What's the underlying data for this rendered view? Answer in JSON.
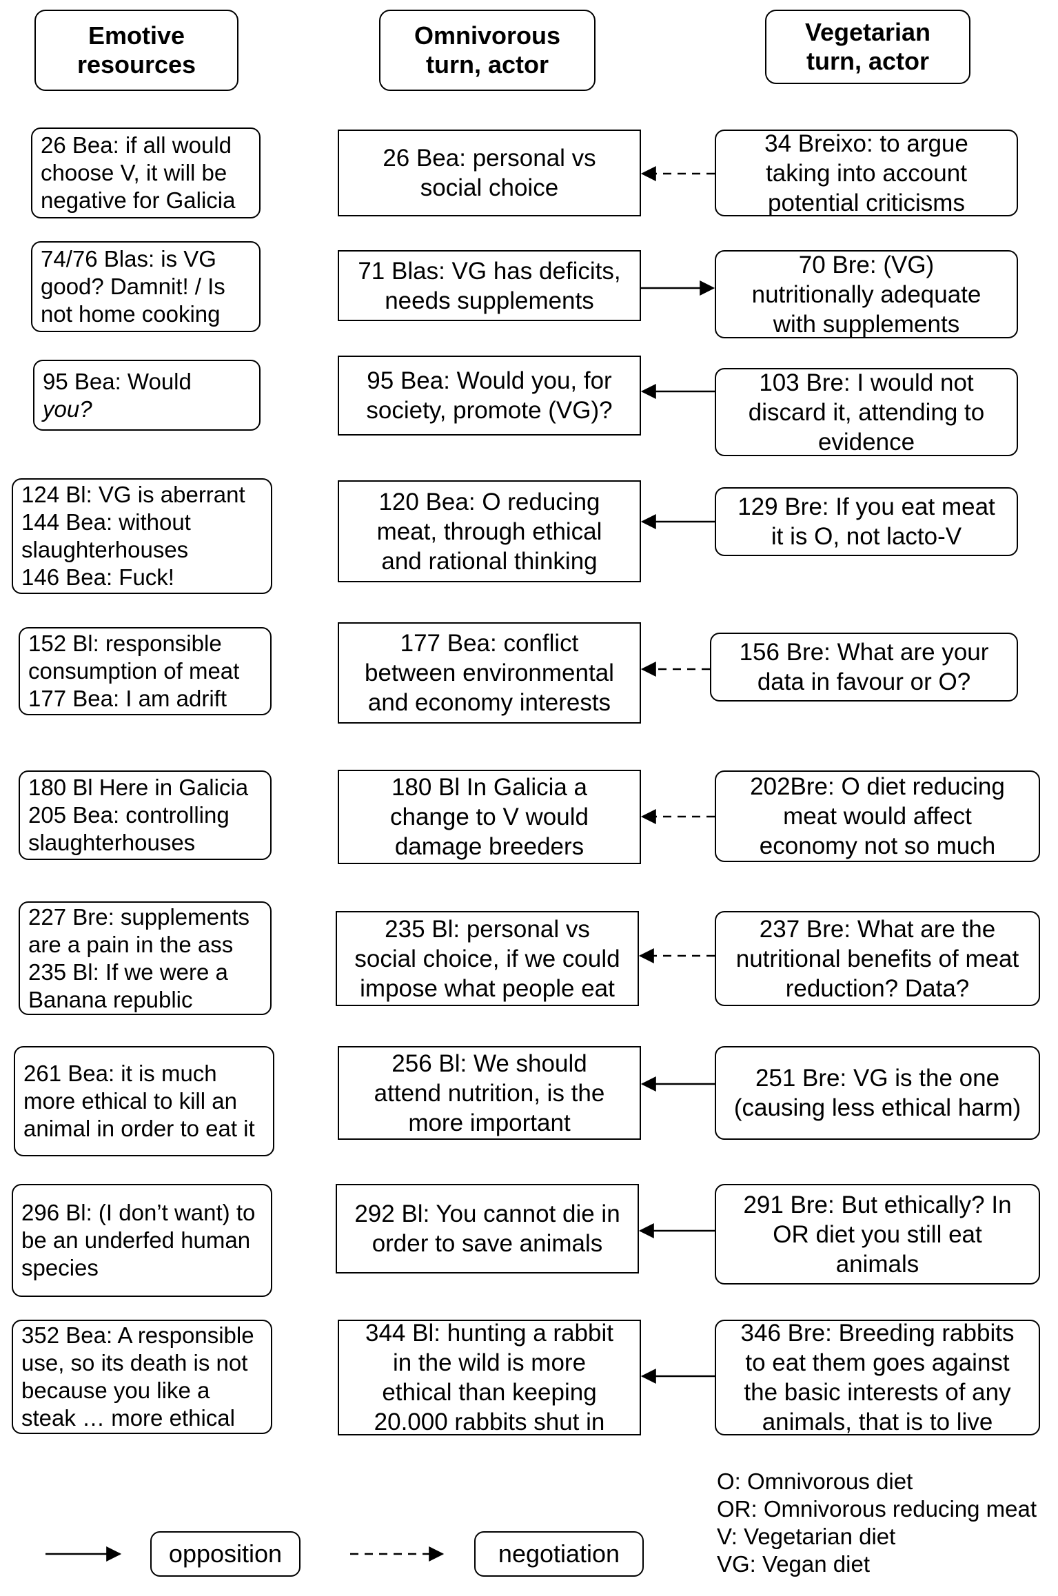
{
  "headers": [
    {
      "lines": [
        "Emotive",
        "resources"
      ]
    },
    {
      "lines": [
        "Omnivorous",
        "turn, actor"
      ]
    },
    {
      "lines": [
        "Vegetarian",
        "turn, actor"
      ]
    }
  ],
  "rows": [
    {
      "emotive": [
        "26 Bea: if all would",
        "choose V, it will be",
        "negative for Galicia"
      ],
      "omnivorous": [
        "26 Bea: personal vs",
        "social choice"
      ],
      "vegetarian": [
        "34 Breixo: to argue",
        "taking into account",
        "potential criticisms"
      ],
      "relation": "negotiation",
      "direction": "to-omnivorous"
    },
    {
      "emotive": [
        "74/76 Blas: is VG",
        "good? Damnit! / Is",
        "not home cooking"
      ],
      "omnivorous": [
        "71 Blas: VG has deficits,",
        "needs supplements"
      ],
      "vegetarian": [
        "70 Bre:  (VG)",
        "nutritionally adequate",
        "with supplements"
      ],
      "relation": "opposition",
      "direction": "to-vegetarian"
    },
    {
      "emotive": [
        "95 Bea: Would",
        "you?"
      ],
      "omnivorous": [
        "95 Bea: Would you, for",
        "society, promote (VG)?"
      ],
      "vegetarian": [
        "103 Bre: I would not",
        "discard it, attending to",
        "evidence"
      ],
      "relation": "opposition",
      "direction": "to-omnivorous"
    },
    {
      "emotive": [
        "124 Bl: VG is aberrant",
        "144 Bea: without",
        "slaughterhouses",
        "146 Bea: Fuck!"
      ],
      "omnivorous": [
        "120 Bea: O reducing",
        "meat, through ethical",
        "and rational thinking"
      ],
      "vegetarian": [
        "129 Bre: If you eat meat",
        "it is O, not lacto-V"
      ],
      "relation": "opposition",
      "direction": "to-omnivorous"
    },
    {
      "emotive": [
        "152 Bl: responsible",
        "consumption of meat",
        "177 Bea: I am adrift"
      ],
      "omnivorous": [
        "177 Bea: conflict",
        "between environmental",
        "and economy interests"
      ],
      "vegetarian": [
        "156 Bre: What are your",
        "data in favour or O?"
      ],
      "relation": "negotiation",
      "direction": "to-omnivorous"
    },
    {
      "emotive": [
        "180 Bl Here in Galicia",
        " 205 Bea: controlling",
        "slaughterhouses"
      ],
      "omnivorous": [
        "180 Bl In Galicia a",
        "change to V would",
        "damage breeders"
      ],
      "vegetarian": [
        "202Bre:  O diet reducing",
        "meat would affect",
        "economy not so much"
      ],
      "relation": "negotiation",
      "direction": "to-omnivorous"
    },
    {
      "emotive": [
        "227 Bre: supplements",
        "are a pain in the ass",
        "235 Bl: If we were a",
        "Banana republic"
      ],
      "omnivorous": [
        "235 Bl:  personal vs",
        "social choice, if we could",
        "impose what people eat"
      ],
      "vegetarian": [
        "237 Bre: What are the",
        "nutritional benefits of meat",
        "reduction? Data?"
      ],
      "relation": "negotiation",
      "direction": "to-omnivorous"
    },
    {
      "emotive": [
        "261 Bea: it is much",
        "more ethical to kill an",
        "animal in order to eat it"
      ],
      "omnivorous": [
        "256 Bl: We should",
        "attend nutrition, is the",
        "more important"
      ],
      "vegetarian": [
        "251 Bre: VG is the one",
        "(causing less ethical harm)"
      ],
      "relation": "opposition",
      "direction": "to-omnivorous"
    },
    {
      "emotive": [
        "296 Bl: (I don’t want) to",
        "be an underfed human",
        "species"
      ],
      "omnivorous": [
        "292 Bl: You cannot die in",
        "order to save animals"
      ],
      "vegetarian": [
        "291 Bre: But ethically? In",
        "OR diet you still eat",
        "animals"
      ],
      "relation": "opposition",
      "direction": "to-omnivorous"
    },
    {
      "emotive": [
        "352 Bea: A responsible",
        "use, so its death is not",
        "because you like a",
        "steak … more ethical"
      ],
      "omnivorous": [
        "344 Bl: hunting a rabbit",
        "in the wild is more",
        "ethical than keeping",
        "20.000 rabbits shut in"
      ],
      "vegetarian": [
        "346 Bre: Breeding rabbits",
        "to eat them goes against",
        "the basic interests of any",
        "animals, that is to live"
      ],
      "relation": "opposition",
      "direction": "to-omnivorous"
    }
  ],
  "legend": {
    "opposition_label": "opposition",
    "negotiation_label": "negotiation"
  },
  "abbreviations": [
    "O: Omnivorous diet",
    "OR: Omnivorous reducing meat",
    "V: Vegetarian diet",
    "VG: Vegan diet"
  ]
}
